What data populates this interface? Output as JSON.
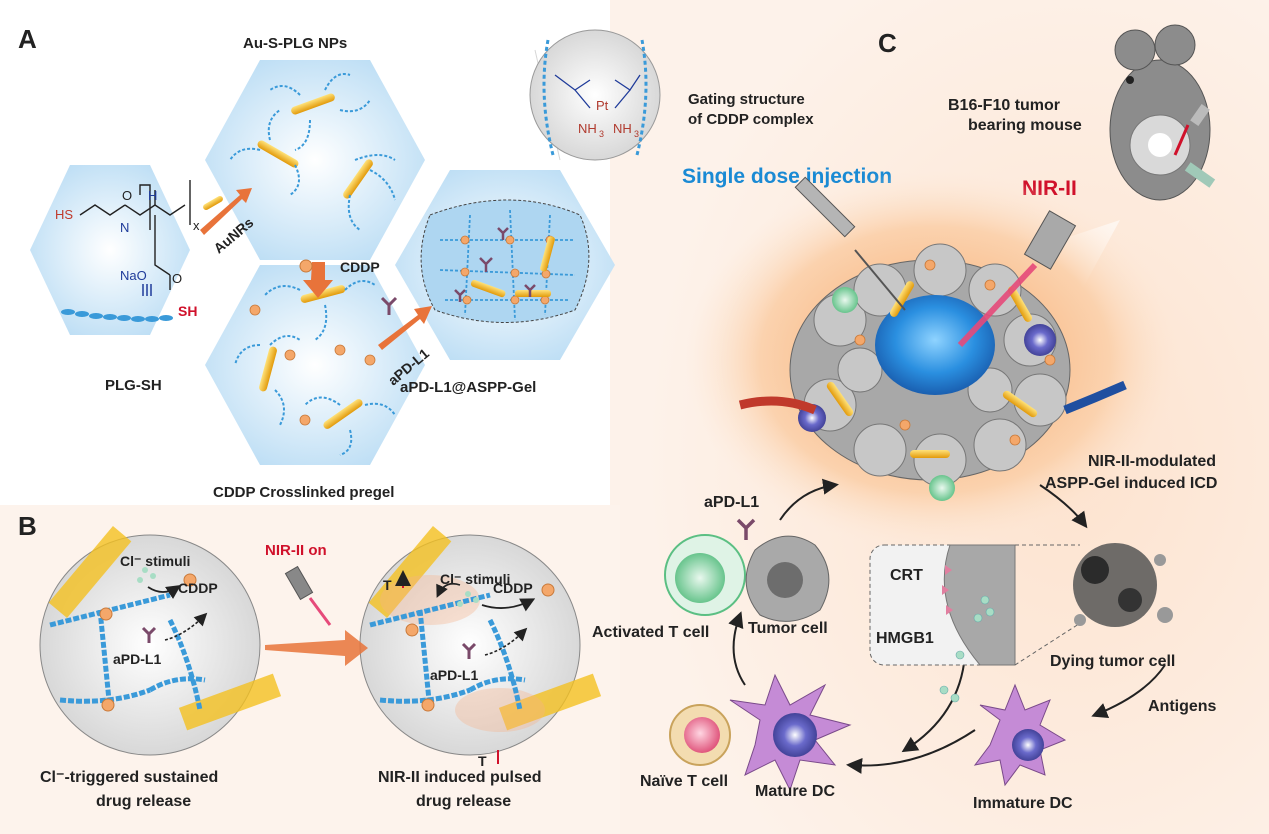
{
  "panels": {
    "a": "A",
    "b": "B",
    "c": "C"
  },
  "panel_a": {
    "au_nps": "Au-S-PLG NPs",
    "aunrs": "AuNRs",
    "cddp": "CDDP",
    "pregel": "CDDP Crosslinked pregel",
    "plg_sh": "PLG-SH",
    "apdl1": "aPD-L1",
    "gel": "aPD-L1@ASPP-Gel",
    "gating_1": "Gating structure",
    "gating_2": "of CDDP complex",
    "chem": {
      "hs": "HS",
      "o": "O",
      "h": "H",
      "n": "N",
      "x": "x",
      "nao": "NaO",
      "sh": "SH",
      "pt": "Pt",
      "nh3": "NH",
      "sub3": "3"
    }
  },
  "panel_b": {
    "cl_stimuli": "Cl⁻ stimuli",
    "cddp": "CDDP",
    "apdl1": "aPD-L1",
    "nir_on": "NIR-II on",
    "t_up": "T",
    "sustained_1": "Cl⁻-triggered sustained",
    "sustained_2": "drug release",
    "pulsed_1": "NIR-II induced pulsed",
    "pulsed_2": "drug release"
  },
  "panel_c": {
    "mouse_1": "B16-F10 tumor",
    "mouse_2": "bearing mouse",
    "injection": "Single dose injection",
    "nir": "NIR-II",
    "icd_1": "NIR-II-modulated",
    "icd_2": "ASPP-Gel induced ICD",
    "apdl1": "aPD-L1",
    "activated_t": "Activated T cell",
    "tumor_cell": "Tumor cell",
    "crt": "CRT",
    "hmgb1": "HMGB1",
    "dying": "Dying tumor cell",
    "antigens": "Antigens",
    "naive_t": "Naïve T cell",
    "mature_dc": "Mature DC",
    "immature_dc": "Immature DC"
  },
  "colors": {
    "hex_fill": "#cde6f7",
    "chain": "#3a9ad9",
    "rod": "#f4c020",
    "ball": "#f4a76a",
    "arrow_orange": "#e8733a",
    "nir_red": "#d0112b",
    "title_blue": "#1a8ad4"
  }
}
